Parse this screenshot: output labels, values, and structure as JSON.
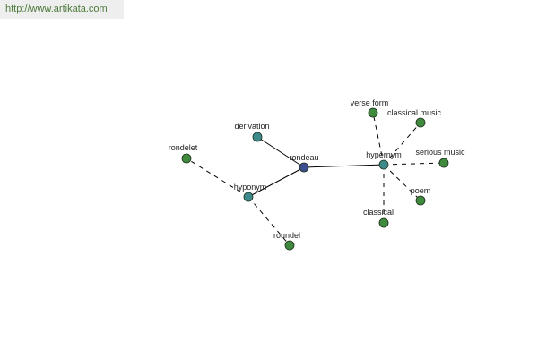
{
  "banner": {
    "url": "http://www.artikata.com"
  },
  "graph": {
    "colors": {
      "center": "#3c4e8e",
      "relation": "#3d8a8a",
      "leaf": "#3f8a3c",
      "edge": "#000000"
    },
    "nodes": [
      {
        "id": "rondeau",
        "label": "rondeau",
        "kind": "center"
      },
      {
        "id": "derivation",
        "label": "derivation",
        "kind": "relation"
      },
      {
        "id": "hyponym",
        "label": "hyponym",
        "kind": "relation"
      },
      {
        "id": "hypernym",
        "label": "hypernym",
        "kind": "relation"
      },
      {
        "id": "rondelet",
        "label": "rondelet",
        "kind": "leaf"
      },
      {
        "id": "roundel",
        "label": "roundel",
        "kind": "leaf"
      },
      {
        "id": "verse-form",
        "label": "verse form",
        "kind": "leaf"
      },
      {
        "id": "classical-music",
        "label": "classical music",
        "kind": "leaf"
      },
      {
        "id": "serious-music",
        "label": "serious music",
        "kind": "leaf"
      },
      {
        "id": "poem",
        "label": "poem",
        "kind": "leaf"
      },
      {
        "id": "classical",
        "label": "classical",
        "kind": "leaf"
      }
    ],
    "edges": [
      {
        "from": "rondeau",
        "to": "derivation",
        "style": "solid"
      },
      {
        "from": "rondeau",
        "to": "hyponym",
        "style": "solid"
      },
      {
        "from": "rondeau",
        "to": "hypernym",
        "style": "solid"
      },
      {
        "from": "hyponym",
        "to": "rondelet",
        "style": "dashed"
      },
      {
        "from": "hyponym",
        "to": "roundel",
        "style": "dashed"
      },
      {
        "from": "hypernym",
        "to": "verse-form",
        "style": "dashed"
      },
      {
        "from": "hypernym",
        "to": "classical-music",
        "style": "dashed"
      },
      {
        "from": "hypernym",
        "to": "serious-music",
        "style": "dashed"
      },
      {
        "from": "hypernym",
        "to": "poem",
        "style": "dashed"
      },
      {
        "from": "hypernym",
        "to": "classical",
        "style": "dashed"
      }
    ]
  }
}
